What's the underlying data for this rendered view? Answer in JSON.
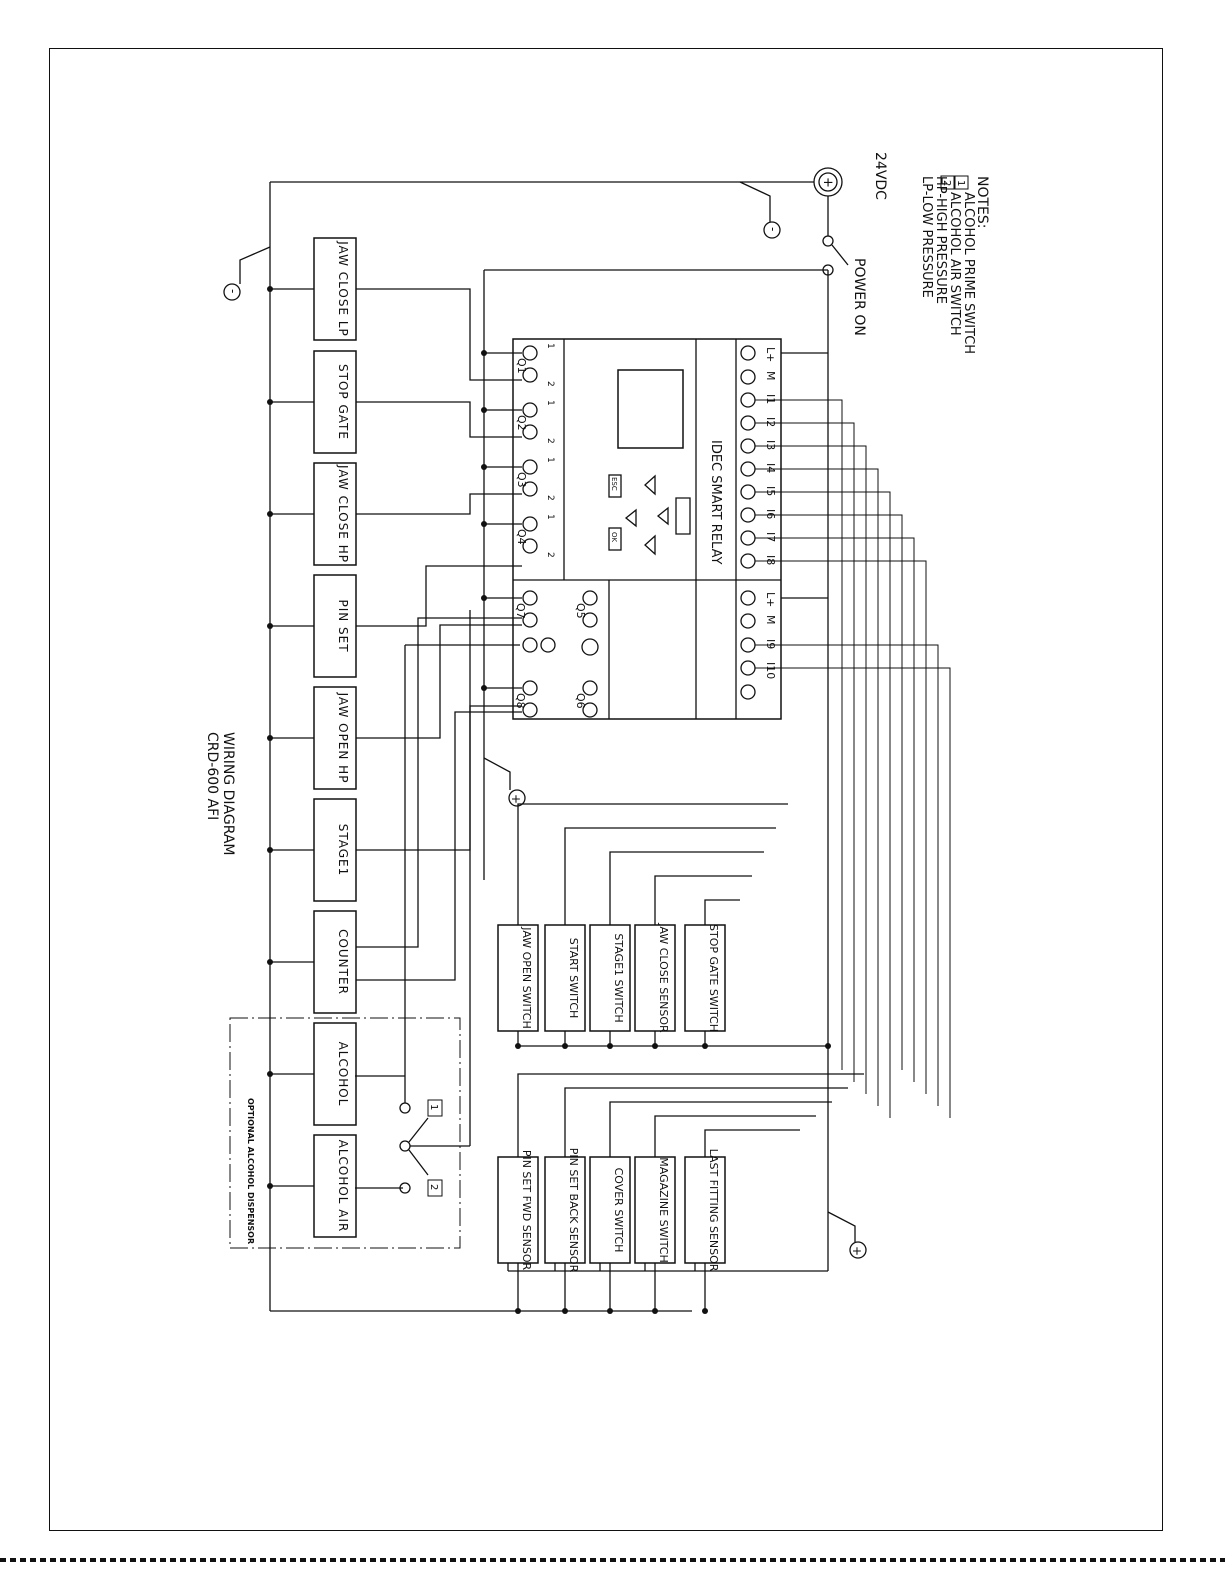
{
  "notes": {
    "heading": "NOTES:",
    "items": [
      {
        "tag": "1",
        "text": "ALCOHOL PRIME SWITCH"
      },
      {
        "tag": "2",
        "text": "ALCOHOL AIR SWITCH"
      },
      {
        "tag": "",
        "text": "HP-HIGH PRESSURE"
      },
      {
        "tag": "",
        "text": "LP-LOW PRESSURE"
      }
    ]
  },
  "supply": {
    "voltage": "24VDC",
    "switch": "POWER ON",
    "plus": "+",
    "minus": "-"
  },
  "relay": {
    "title": "IDEC SMART RELAY",
    "input_terminals": [
      "L+",
      "M",
      "I1",
      "I2",
      "I3",
      "I4",
      "I5",
      "I6",
      "I7",
      "I8"
    ],
    "expansion_terminals": [
      "L+",
      "M",
      "I9",
      "I10"
    ],
    "outputs": [
      "Q1",
      "Q2",
      "Q3",
      "Q4",
      "Q5",
      "Q7",
      "Q6",
      "Q8"
    ],
    "pin1": "1",
    "pin2": "2",
    "keys": [
      "ESC",
      "OK"
    ]
  },
  "loads": [
    "JAW CLOSE LP",
    "STOP GATE",
    "JAW CLOSE HP",
    "PIN SET",
    "JAW OPEN HP",
    "STAGE1",
    "COUNTER",
    "ALCOHOL",
    "ALCOHOL AIR"
  ],
  "inputs_top": [
    "STOP GATE SWITCH",
    "JAW CLOSE SENSOR",
    "STAGE1 SWITCH",
    "START SWITCH",
    "JAW OPEN SWITCH"
  ],
  "inputs_bottom": [
    "LAST FITTING SENSOR",
    "MAGAZINE SWITCH",
    "COVER SWITCH",
    "PIN SET BACK SENSOR",
    "PIN SET FWD SENSOR"
  ],
  "optional_label": "OPTIONAL ALCOHOL DISPENSOR",
  "switch_tags": [
    "1",
    "2"
  ],
  "title_block": {
    "line1": "WIRING DIAGRAM",
    "line2": "CRD-600 AFI"
  }
}
